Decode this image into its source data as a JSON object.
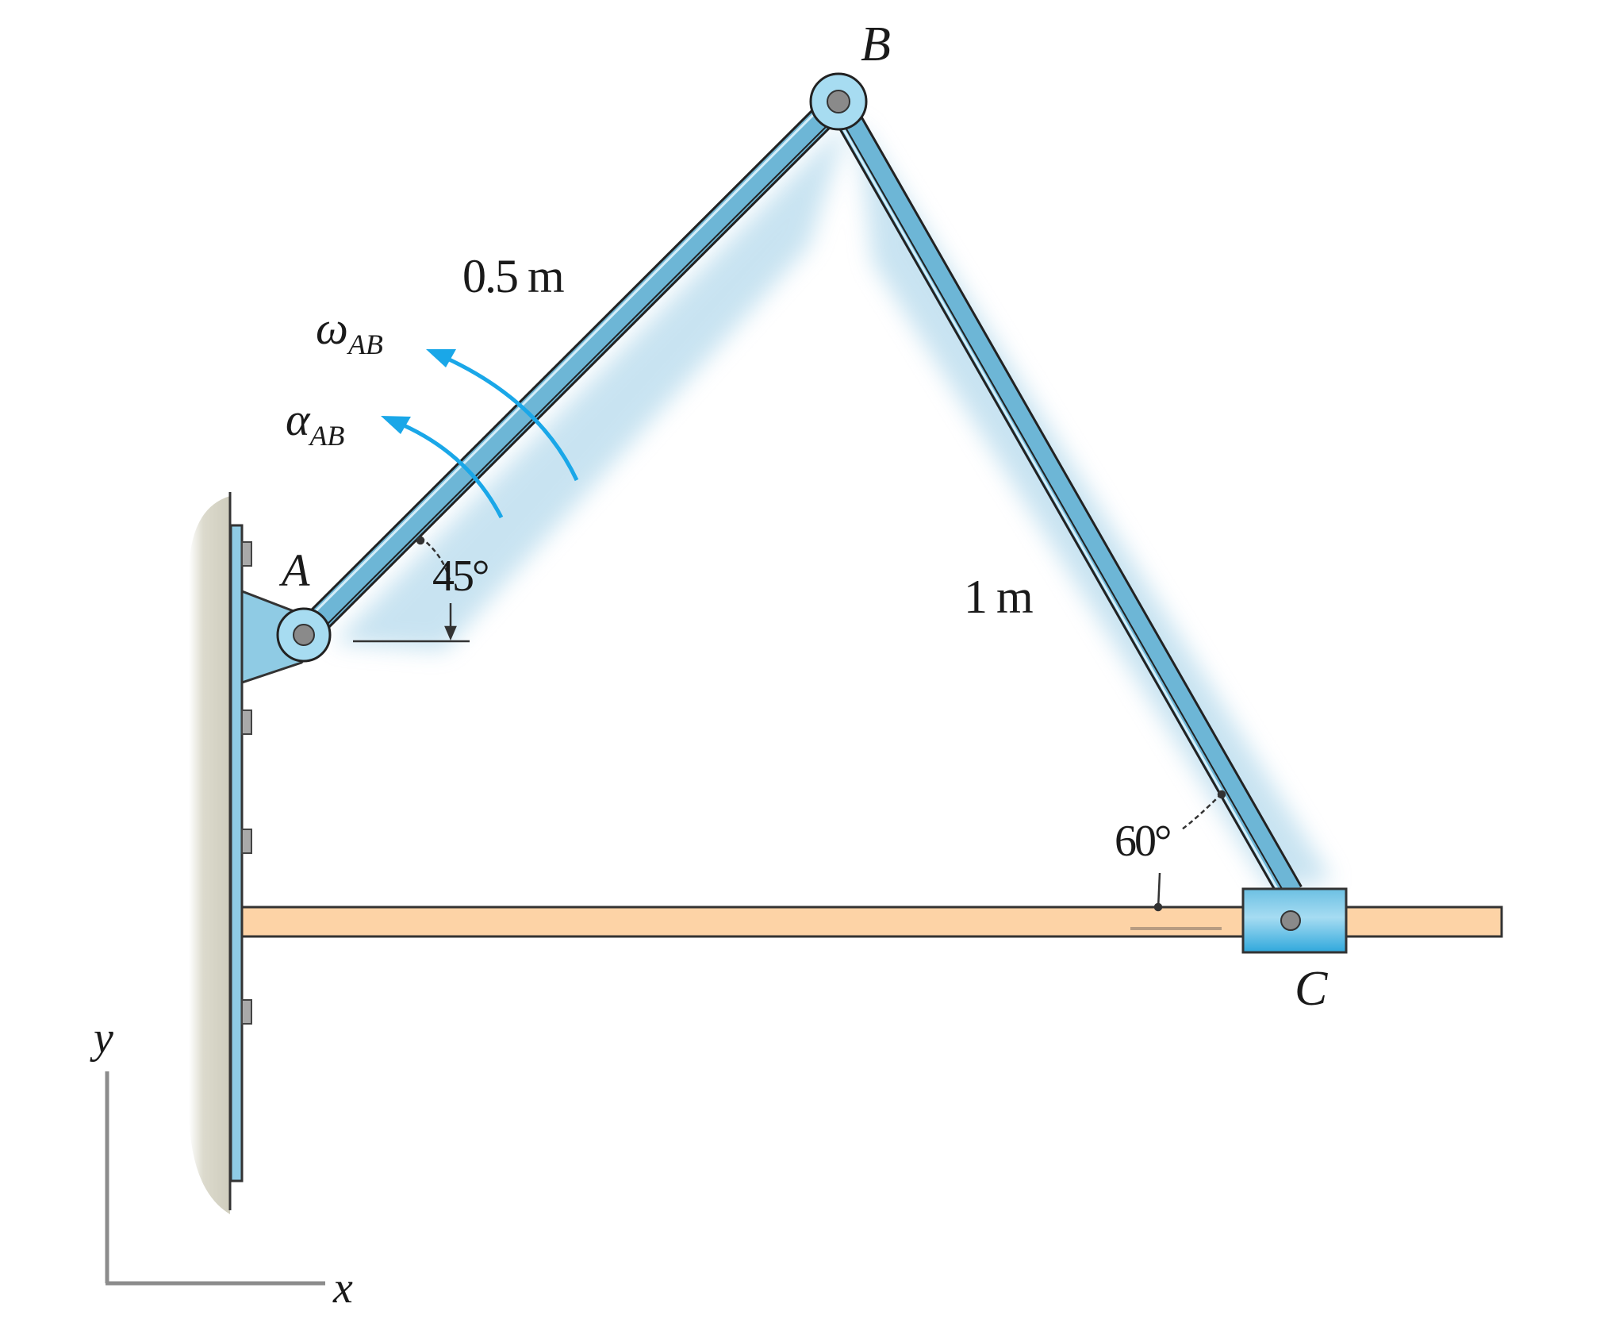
{
  "diagram": {
    "points": {
      "A": {
        "label": "A"
      },
      "B": {
        "label": "B"
      },
      "C": {
        "label": "C"
      }
    },
    "dimensions": {
      "ab_length": "0.5 m",
      "bc_length": "1 m",
      "angle_ab": "45°",
      "angle_bc": "60°"
    },
    "kinematics": {
      "omega": {
        "symbol": "ω",
        "subscript": "AB"
      },
      "alpha": {
        "symbol": "α",
        "subscript": "AB"
      }
    },
    "axes": {
      "x": "x",
      "y": "y"
    },
    "colors": {
      "link": "#7fc3de",
      "link_dark": "#4aa0c4",
      "arrow": "#1aa7e8",
      "rod": "#fdd3a6",
      "wall": "#d6d4c6",
      "outline": "#222222"
    }
  }
}
